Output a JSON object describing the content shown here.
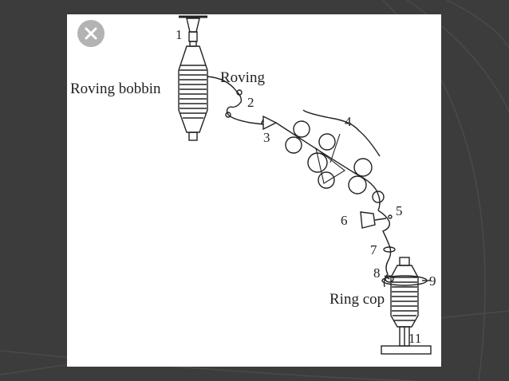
{
  "colors": {
    "background": "#3c3c3c",
    "panel": "#ffffff",
    "ink": "#222222",
    "close_button": "#b3b3b3"
  },
  "icons": {
    "close": "close-icon"
  },
  "labels": {
    "roving_bobbin": "Roving bobbin",
    "roving": "Roving",
    "ring_cop": "Ring cop"
  },
  "numbers": {
    "n1": "1",
    "n2": "2",
    "n3": "3",
    "n4": "4",
    "n5": "5",
    "n6": "6",
    "n7": "7",
    "n8": "8",
    "n9": "9",
    "n11": "11"
  }
}
